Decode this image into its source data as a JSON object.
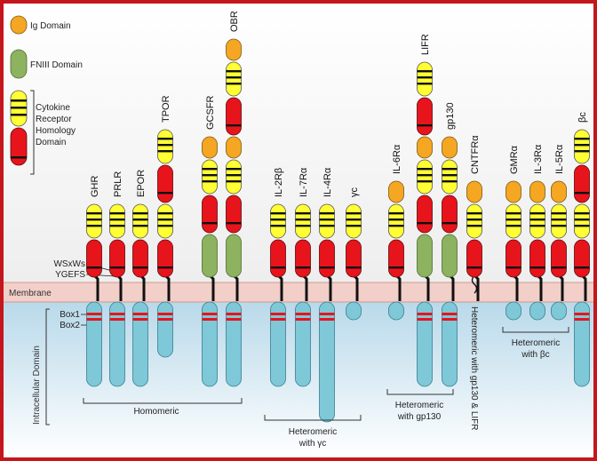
{
  "legend": {
    "ig": "Ig Domain",
    "fniii": "FNIII Domain",
    "crh": [
      "Cytokine",
      "Receptor",
      "Homology",
      "Domain"
    ]
  },
  "labels": {
    "membrane": "Membrane",
    "intracellular": "Intracellular Domain",
    "wsxws": "WSxWs",
    "ygefs": "YGEFS",
    "box1": "Box1",
    "box2": "Box2"
  },
  "receptors": [
    {
      "name": "GHR",
      "extracellular": [
        "crh"
      ],
      "cyto": "long",
      "boxes": true
    },
    {
      "name": "PRLR",
      "extracellular": [
        "crh"
      ],
      "cyto": "long",
      "boxes": true
    },
    {
      "name": "EPOR",
      "extracellular": [
        "crh"
      ],
      "cyto": "long",
      "boxes": true
    },
    {
      "name": "TPOR",
      "extracellular": [
        "crh",
        "crh"
      ],
      "cyto": "medium",
      "boxes": true
    },
    {
      "name": "GCSFR",
      "extracellular": [
        "fniii",
        "crh",
        "ig"
      ],
      "cyto": "long",
      "boxes": true
    },
    {
      "name": "OBR",
      "extracellular": [
        "fniii",
        "crh",
        "ig",
        "crh",
        "ig"
      ],
      "cyto": "long",
      "boxes": true
    },
    {
      "name": "IL-2Rβ",
      "extracellular": [
        "crh"
      ],
      "cyto": "long",
      "boxes": true
    },
    {
      "name": "IL-7Rα",
      "extracellular": [
        "crh"
      ],
      "cyto": "long",
      "boxes": true
    },
    {
      "name": "IL-4Rα",
      "extracellular": [
        "crh"
      ],
      "cyto": "xlong",
      "boxes": true
    },
    {
      "name": "γc",
      "extracellular": [
        "crh"
      ],
      "cyto": "short",
      "boxes": false
    },
    {
      "name": "IL-6Rα",
      "extracellular": [
        "crh",
        "ig"
      ],
      "cyto": "short",
      "boxes": false
    },
    {
      "name": "LIFR",
      "extracellular": [
        "fniii",
        "crh",
        "ig",
        "crh"
      ],
      "cyto": "long",
      "boxes": true
    },
    {
      "name": "gp130",
      "extracellular": [
        "fniii",
        "crh",
        "ig"
      ],
      "cyto": "long",
      "boxes": true
    },
    {
      "name": "CNTFRα",
      "extracellular": [
        "crh",
        "ig"
      ],
      "cyto": "gpi",
      "boxes": false
    },
    {
      "name": "GMRα",
      "extracellular": [
        "crh",
        "ig"
      ],
      "cyto": "short",
      "boxes": false
    },
    {
      "name": "IL-3Rα",
      "extracellular": [
        "crh",
        "ig"
      ],
      "cyto": "short",
      "boxes": false
    },
    {
      "name": "IL-5Rα",
      "extracellular": [
        "crh",
        "ig"
      ],
      "cyto": "short",
      "boxes": false
    },
    {
      "name": "βc",
      "extracellular": [
        "crh",
        "crh"
      ],
      "cyto": "long",
      "boxes": true
    }
  ],
  "groups": {
    "homomeric": "Homomeric",
    "gc": [
      "Heteromeric",
      "with γc"
    ],
    "gp130": [
      "Heteromeric",
      "with gp130"
    ],
    "gp130_lifr": "Heteromeric with gp130 & LIFR",
    "bc": [
      "Heteromeric",
      "with βc"
    ]
  },
  "colors": {
    "border": "#c4161c",
    "ig": "#f5a623",
    "fniii": "#8db260",
    "crh_yellow": "#ffff33",
    "crh_red": "#e8141c",
    "cyto": "#7ec8d8",
    "membrane": "#f2cfc8",
    "intracellular_top": "#b9d9ea",
    "intracellular_bottom": "#ffffff"
  }
}
